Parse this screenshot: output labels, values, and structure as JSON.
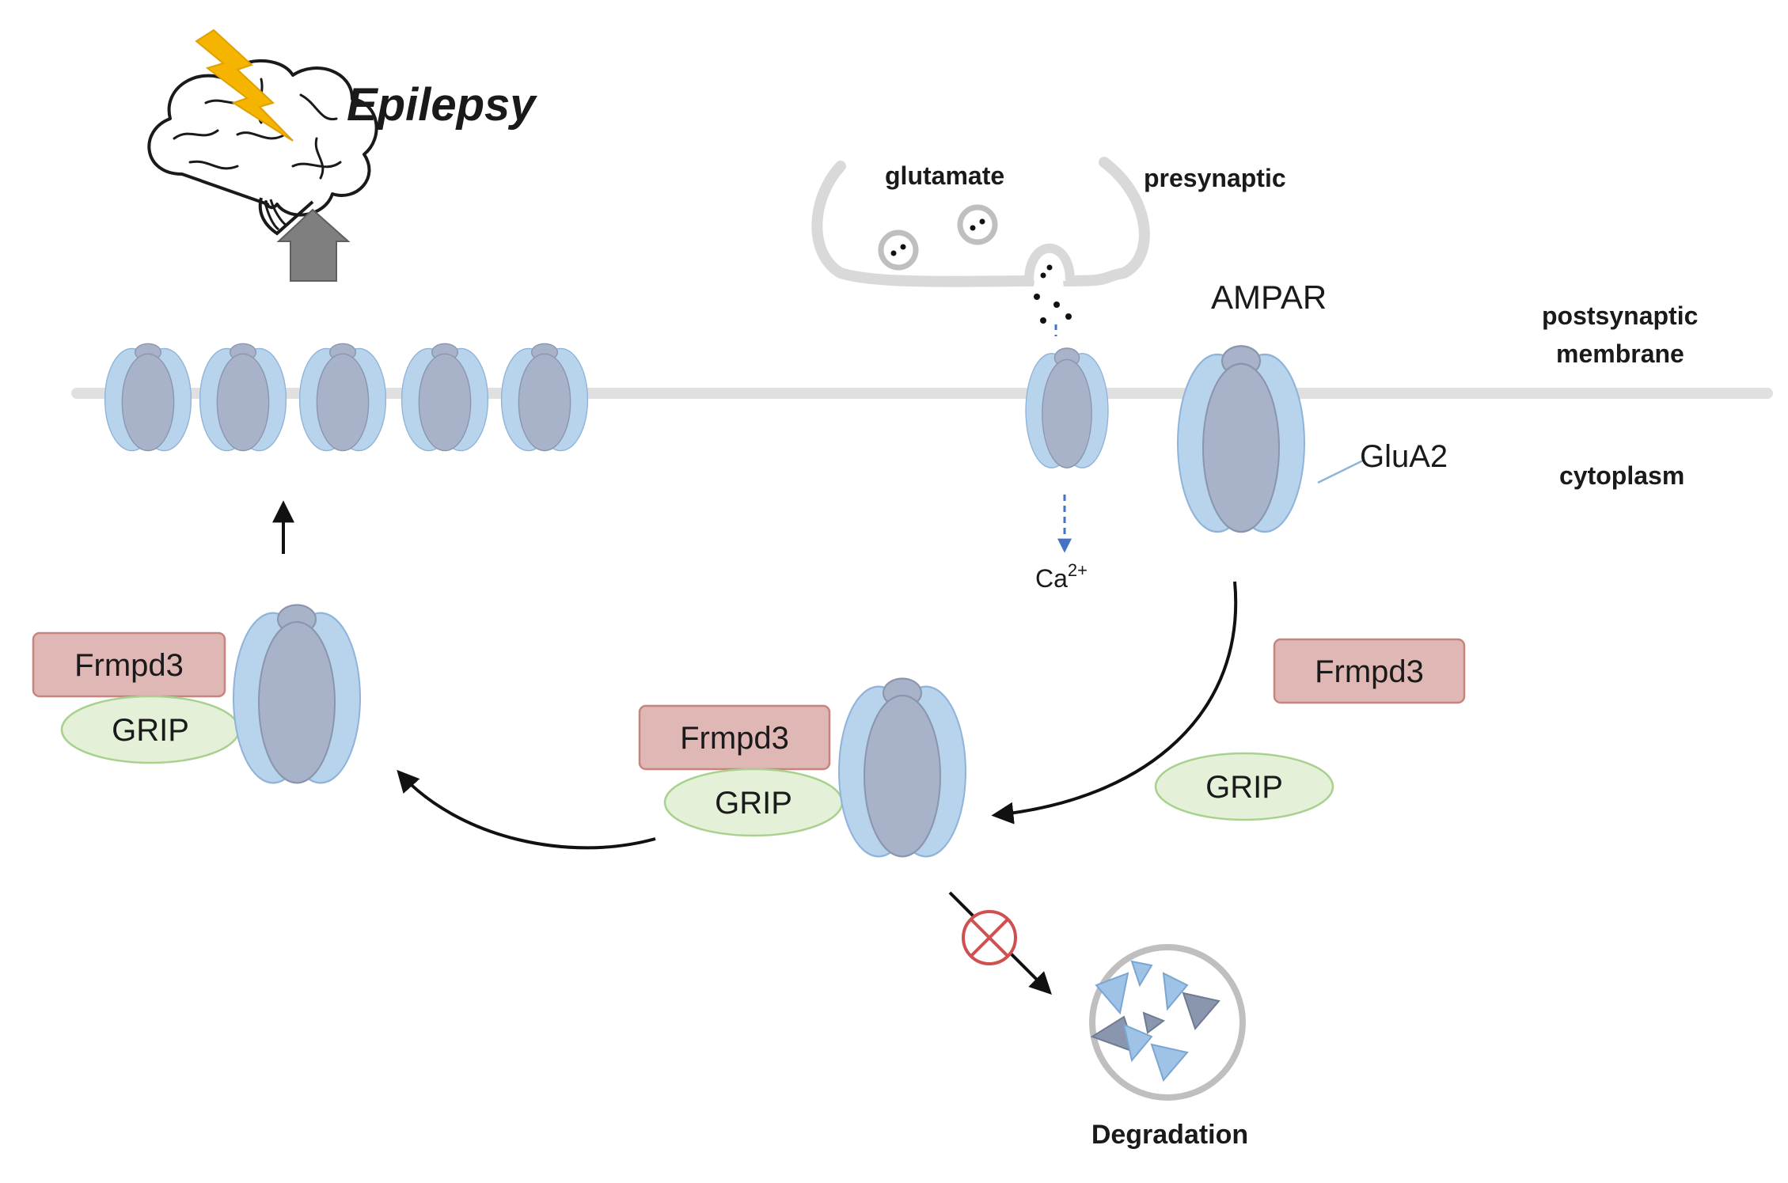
{
  "title": "Epilepsy",
  "labels": {
    "glutamate": "glutamate",
    "presynaptic": "presynaptic",
    "ampar": "AMPAR",
    "postsynaptic_line1": "postsynaptic",
    "postsynaptic_line2": "membrane",
    "glua2": "GluA2",
    "cytoplasm": "cytoplasm",
    "calcium_base": "Ca",
    "calcium_sup": "2+",
    "degradation": "Degradation"
  },
  "complexes": {
    "left": {
      "frmpd3": "Frmpd3",
      "grip": "GRIP"
    },
    "center": {
      "frmpd3": "Frmpd3",
      "grip": "GRIP"
    },
    "free": {
      "frmpd3": "Frmpd3",
      "grip": "GRIP"
    }
  },
  "colors": {
    "receptor_outer": "#b8d3ec",
    "receptor_outer_stroke": "#8fb3d9",
    "receptor_inner": "#a8b3c9",
    "receptor_inner_stroke": "#8a96ad",
    "frmpd3_fill": "#dfb8b5",
    "frmpd3_stroke": "#c9837e",
    "grip_fill": "#e4f1d8",
    "grip_stroke": "#a9d18e",
    "membrane": "#e0e0e0",
    "bolt": "#f5b400",
    "block_symbol": "#d05050"
  }
}
